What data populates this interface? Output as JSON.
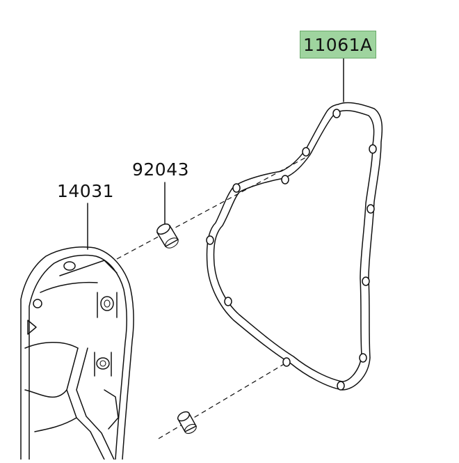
{
  "parts": [
    {
      "id": "gasket",
      "number": "11061A",
      "highlighted": true,
      "highlight_color": "#9fd49f"
    },
    {
      "id": "dowel-pin",
      "number": "92043",
      "highlighted": false
    },
    {
      "id": "cover",
      "number": "14031",
      "highlighted": false
    }
  ],
  "line_color": "#111111",
  "background": "#ffffff"
}
